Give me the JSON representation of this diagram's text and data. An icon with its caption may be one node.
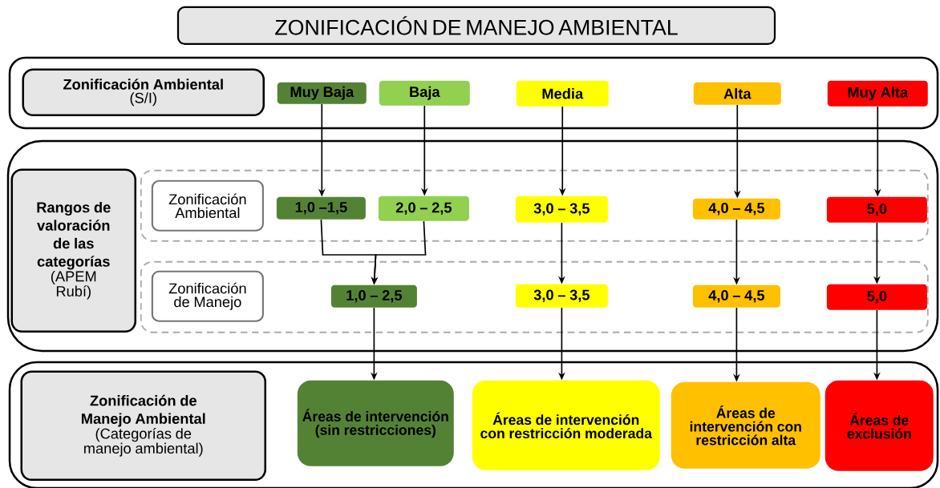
{
  "diagram": {
    "nodes": [
      {
        "text": [
          "ZONIFICACIÓN DE MANEJO AMBIENTAL"
        ]
      },
      {
        "text": [],
        "shape": "box"
      },
      {
        "text": [
          "Zonificación Ambiental",
          "(S/I)"
        ],
        "in": 1
      },
      {
        "text": [
          "Muy Baja"
        ],
        "in": 1
      },
      {
        "text": [
          "Baja"
        ],
        "in": 1
      },
      {
        "text": [
          "Media"
        ],
        "in": 1
      },
      {
        "text": [
          "Alta"
        ],
        "in": 1
      },
      {
        "text": [
          "Muy Alta"
        ],
        "in": 1
      },
      {
        "text": [],
        "shape": "box"
      },
      {
        "text": [
          "Rangos de valoración de las categorías",
          "(APEM Rubí)"
        ],
        "in": 8
      },
      {
        "text": [],
        "shape": "box",
        "in": 8
      },
      {
        "text": [
          "Zonificación Ambiental"
        ],
        "in": 10
      },
      {
        "text": [
          "1,0 –1,5"
        ],
        "in": 10
      },
      {
        "text": [
          "2,0 – 2,5"
        ],
        "in": 10
      },
      {
        "text": [
          "3,0 – 3,5"
        ],
        "in": 10
      },
      {
        "text": [
          "4,0 – 4,5"
        ],
        "in": 10
      },
      {
        "text": [
          "5,0"
        ],
        "in": 10
      },
      {
        "text": [],
        "shape": "box",
        "in": 8
      },
      {
        "text": [
          "Zonificación de Manejo"
        ],
        "in": 17
      },
      {
        "text": [
          "1,0 – 2,5"
        ],
        "in": 17
      },
      {
        "text": [
          "3,0 – 3,5"
        ],
        "in": 17
      },
      {
        "text": [
          "4,0 – 4,5"
        ],
        "in": 17
      },
      {
        "text": [
          "5,0"
        ],
        "in": 17
      },
      {
        "text": [],
        "shape": "box"
      },
      {
        "text": [
          "Zonificación de Manejo Ambiental",
          "(Categorías de manejo ambiental)"
        ],
        "in": 23
      },
      {
        "text": [
          "Áreas de intervención (sin restricciones)"
        ],
        "in": 23
      },
      {
        "text": [
          "Áreas de intervención con restricción moderada"
        ],
        "in": 23
      },
      {
        "text": [
          "Áreas de intervención con restricción alta"
        ],
        "in": 23
      },
      {
        "text": [
          "Áreas de exclusión"
        ],
        "in": 23
      }
    ],
    "edges": [
      {
        "from": 3,
        "to": 12,
        "arrow": "to"
      },
      {
        "from": 4,
        "to": 13,
        "arrow": "to"
      },
      {
        "from": 5,
        "to": 14,
        "arrow": "to"
      },
      {
        "from": 6,
        "to": 15,
        "arrow": "to"
      },
      {
        "from": 7,
        "to": 16,
        "arrow": "to"
      },
      {
        "from": 12,
        "to": 19,
        "arrow": "to"
      },
      {
        "from": 13,
        "to": 19,
        "arrow": "to"
      },
      {
        "from": 14,
        "to": 20,
        "arrow": "to"
      },
      {
        "from": 15,
        "to": 21,
        "arrow": "to"
      },
      {
        "from": 16,
        "to": 22,
        "arrow": "to"
      },
      {
        "from": 19,
        "to": 25,
        "arrow": "to"
      },
      {
        "from": 20,
        "to": 26,
        "arrow": "to"
      },
      {
        "from": 21,
        "to": 27,
        "arrow": "to"
      },
      {
        "from": 22,
        "to": 28,
        "arrow": "to"
      }
    ]
  }
}
